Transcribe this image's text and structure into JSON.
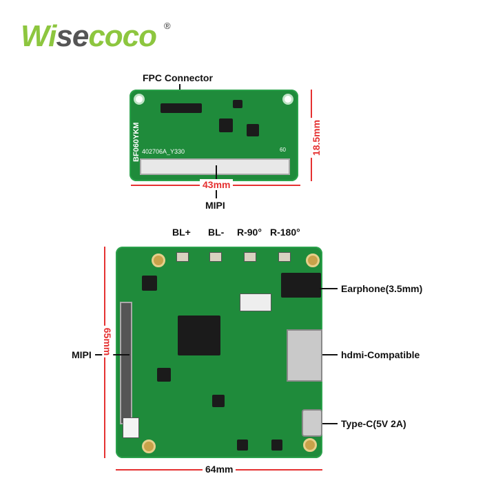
{
  "brand": {
    "logo_part1": "Wi",
    "logo_part2": "se",
    "logo_part3": "coco",
    "registered": "®"
  },
  "adapter_board": {
    "silk_model": "BF060YKM",
    "silk_code": "402706A_Y330",
    "silk_pin": "60",
    "fpc_label": "FPC Connector",
    "mipi_label": "MIPI",
    "width_label": "43mm",
    "height_label": "18.5mm"
  },
  "driver_board": {
    "top_labels": [
      "BL+",
      "BL-",
      "R-90°",
      "R-180°"
    ],
    "earphone_label": "Earphone(3.5mm)",
    "hdmi_label": "hdmi-Compatible",
    "typec_label": "Type-C(5V 2A)",
    "mipi_label": "MIPI",
    "height_label": "65mm",
    "width_label": "64mm"
  },
  "colors": {
    "pcb": "#1f8b3b",
    "dimension": "#e53030",
    "logo_green": "#8dc63f",
    "logo_gray": "#555555"
  }
}
